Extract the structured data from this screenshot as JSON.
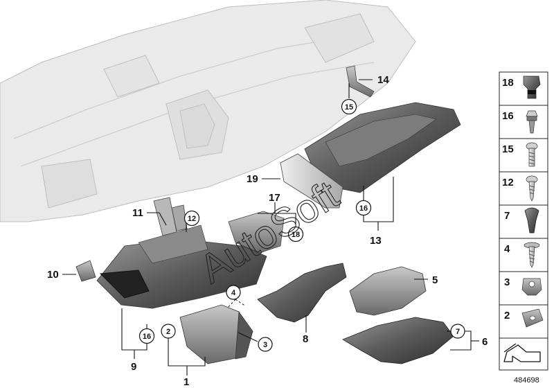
{
  "callouts": {
    "c1": "1",
    "c2": "2",
    "c3": "3",
    "c4": "4",
    "c5": "5",
    "c6": "6",
    "c7": "7",
    "c8": "8",
    "c9": "9",
    "c10": "10",
    "c11": "11",
    "c12": "12",
    "c13": "13",
    "c14": "14",
    "c15": "15",
    "c16a": "16",
    "c16b": "16",
    "c17": "17",
    "c18": "18",
    "c19": "19"
  },
  "legend": {
    "items": [
      "18",
      "16",
      "15",
      "12",
      "7",
      "4",
      "3",
      "2"
    ]
  },
  "watermark": "AutoSoft",
  "diagram_id": "484698"
}
